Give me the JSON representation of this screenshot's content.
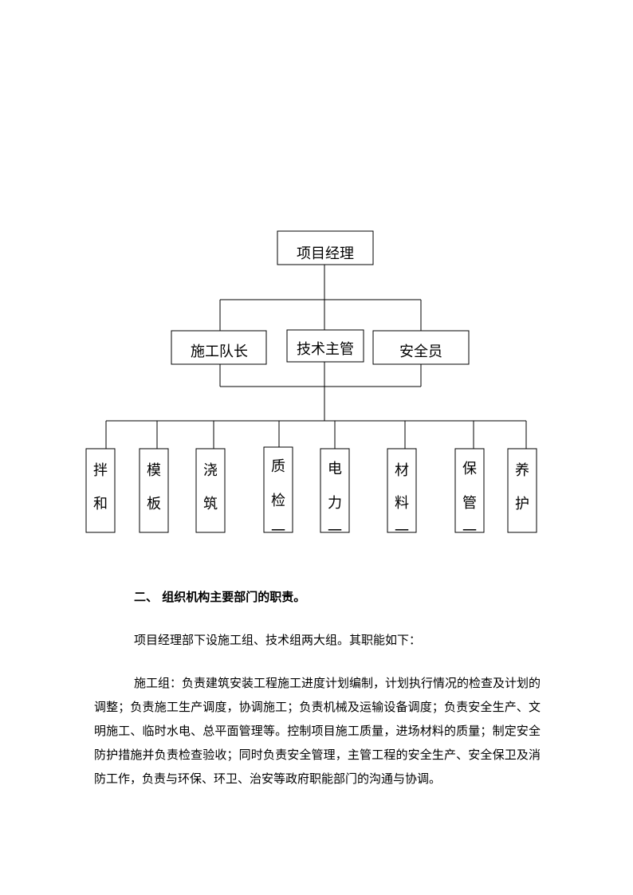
{
  "org_chart": {
    "top": {
      "label": "项目经理"
    },
    "middle": [
      {
        "label": "施工队长"
      },
      {
        "label": "技术主管"
      },
      {
        "label": "安全员"
      }
    ],
    "bottom": [
      {
        "chars": [
          "拌",
          "和"
        ]
      },
      {
        "chars": [
          "模",
          "板"
        ]
      },
      {
        "chars": [
          "浇",
          "筑"
        ]
      },
      {
        "chars": [
          "质",
          "检",
          "一"
        ]
      },
      {
        "chars": [
          "电",
          "力",
          "一"
        ]
      },
      {
        "chars": [
          "材",
          "料",
          "一"
        ]
      },
      {
        "chars": [
          "保",
          "管",
          "一"
        ]
      },
      {
        "chars": [
          "养",
          "护"
        ]
      }
    ]
  },
  "section": {
    "heading": "二、 组织机构主要部门的职责。",
    "intro": "项目经理部下设施工组、技术组两大组。其职能如下：",
    "paragraph": "施工组：负责建筑安装工程施工进度计划编制，计划执行情况的检查及计划的调整；负责施工生产调度，协调施工；负责机械及运输设备调度；负责安全生产、文明施工、临时水电、总平面管理等。控制项目施工质量，进场材料的质量；制定安全防护措施并负责检查验收；同时负责安全管理，主管工程的安全生产、安全保卫及消防工作，负责与环保、环卫、治安等政府职能部门的沟通与协调。"
  }
}
